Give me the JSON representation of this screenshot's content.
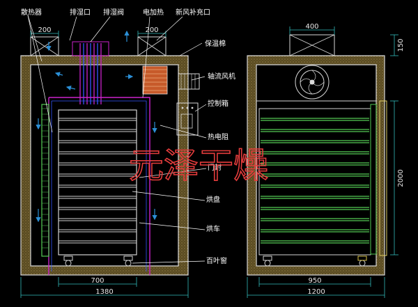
{
  "labels": {
    "radiator": "散热器",
    "exhaust_port": "排湿口",
    "exhaust_valve": "排湿阀",
    "electric_heating": "电加热",
    "fresh_air_port": "新风补充口",
    "insulation_cotton": "保温棉",
    "axial_fan": "轴流风机",
    "control_box": "控制箱",
    "thermistor": "热电阻",
    "door_seal": "门封",
    "drying_tray": "烘盘",
    "drying_cart": "烘车",
    "louver": "百叶窗"
  },
  "dimensions": {
    "left_top_a": "200",
    "left_top_b": "200",
    "left_bottom_inner": "700",
    "left_bottom_outer": "1380",
    "right_top": "400",
    "right_side_top": "150",
    "right_side_height": "2000",
    "right_bottom_inner": "950",
    "right_bottom_outer": "1200"
  },
  "watermark": "元泽干燥",
  "colors": {
    "background": "#000000",
    "wall": "#d9d9d9",
    "wall_fill": "#7a6a3a",
    "cart": "#d2d2d2",
    "heater": "#cc22cc",
    "tray": "#55cc55",
    "airflow": "#2b8fd6",
    "leader": "#ffffff",
    "dimension": "#33bbbb",
    "label": "#ffffff",
    "watermark": "#e43c3c"
  }
}
